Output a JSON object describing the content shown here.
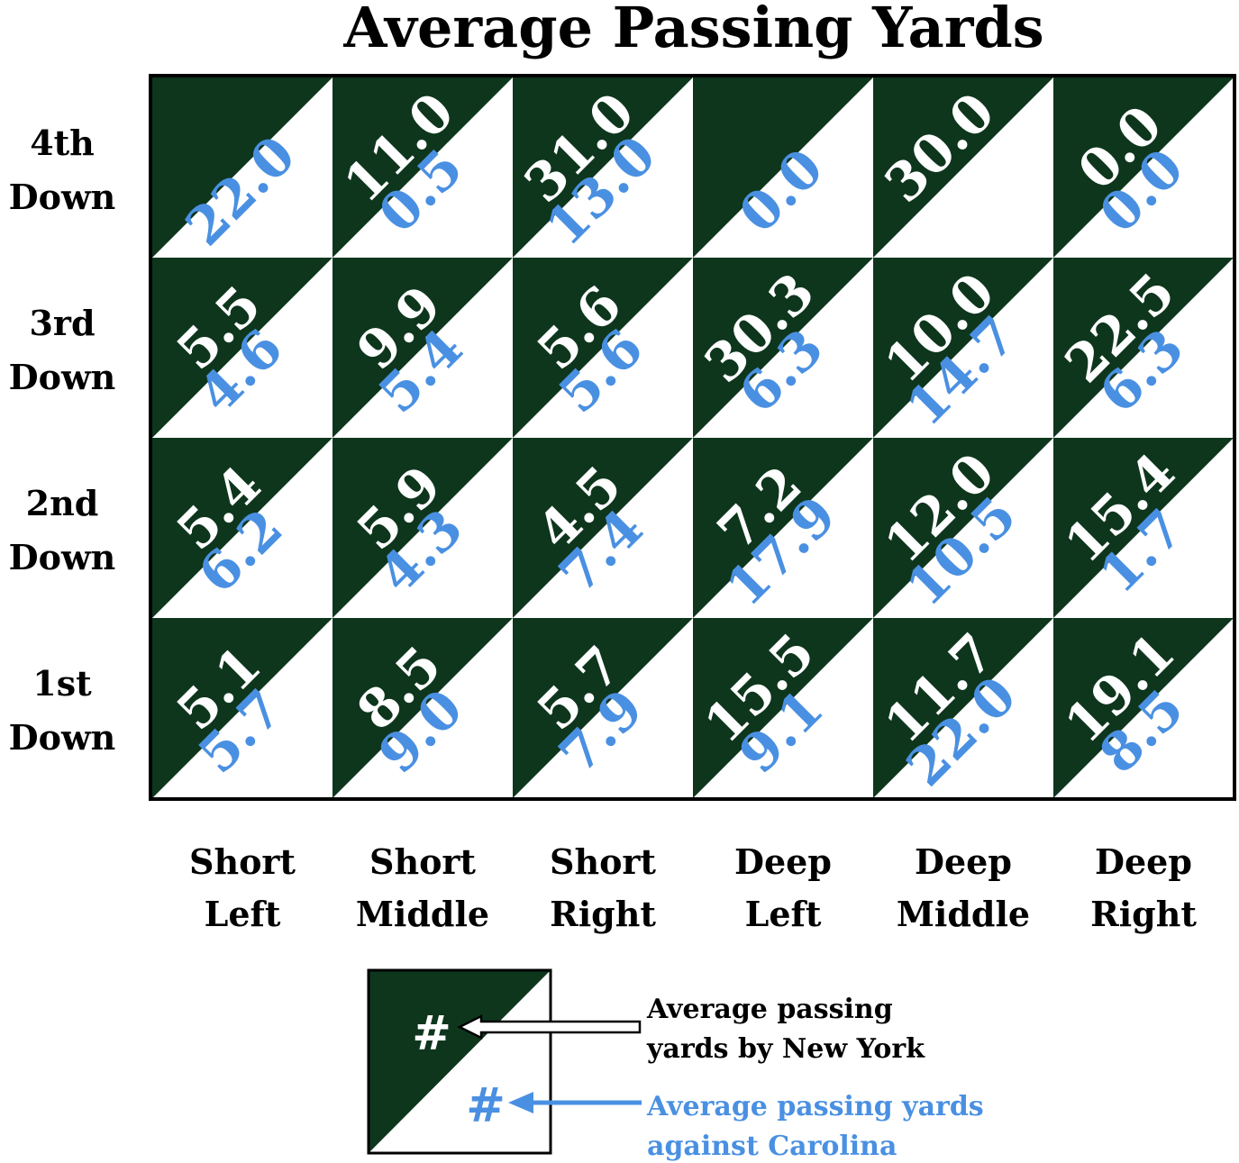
{
  "chart_data": {
    "type": "heatmap",
    "title": "Average Passing Yards",
    "columns": [
      "Short Left",
      "Short Middle",
      "Short Right",
      "Deep Left",
      "Deep Middle",
      "Deep Right"
    ],
    "column_lines": [
      [
        "Short",
        "Left"
      ],
      [
        "Short",
        "Middle"
      ],
      [
        "Short",
        "Right"
      ],
      [
        "Deep",
        "Left"
      ],
      [
        "Deep",
        "Middle"
      ],
      [
        "Deep",
        "Right"
      ]
    ],
    "rows": [
      "4th Down",
      "3rd Down",
      "2nd Down",
      "1st Down"
    ],
    "row_lines": [
      [
        "4th",
        "Down"
      ],
      [
        "3rd",
        "Down"
      ],
      [
        "2nd",
        "Down"
      ],
      [
        "1st",
        "Down"
      ]
    ],
    "series": [
      {
        "name": "Average passing yards by New York",
        "color": "#0e361d",
        "values": [
          [
            null,
            "11.0",
            "31.0",
            null,
            "30.0",
            "0.0"
          ],
          [
            "5.5",
            "9.9",
            "5.6",
            "30.3",
            "10.0",
            "22.5"
          ],
          [
            "5.4",
            "5.9",
            "4.5",
            "7.2",
            "12.0",
            "15.4"
          ],
          [
            "5.1",
            "8.5",
            "5.7",
            "15.5",
            "11.7",
            "19.1"
          ]
        ]
      },
      {
        "name": "Average passing yards against Carolina",
        "color": "#4a90e2",
        "values": [
          [
            "22.0",
            "0.5",
            "13.0",
            "0.0",
            null,
            "0.0"
          ],
          [
            "4.6",
            "5.4",
            "5.6",
            "6.3",
            "14.7",
            "6.3"
          ],
          [
            "6.2",
            "4.3",
            "7.4",
            "17.9",
            "10.5",
            "1.7"
          ],
          [
            "5.7",
            "9.0",
            "7.9",
            "9.1",
            "22.0",
            "8.5"
          ]
        ]
      }
    ],
    "legend": {
      "placement": "bottom-center",
      "symbol": "#",
      "dark_lines": [
        "Average passing",
        "yards by New York"
      ],
      "light_lines": [
        "Average passing yards",
        "against Carolina"
      ]
    },
    "colors": {
      "dark": "#0e361d",
      "light_text": "#4a90e2",
      "background": "#ffffff"
    }
  }
}
